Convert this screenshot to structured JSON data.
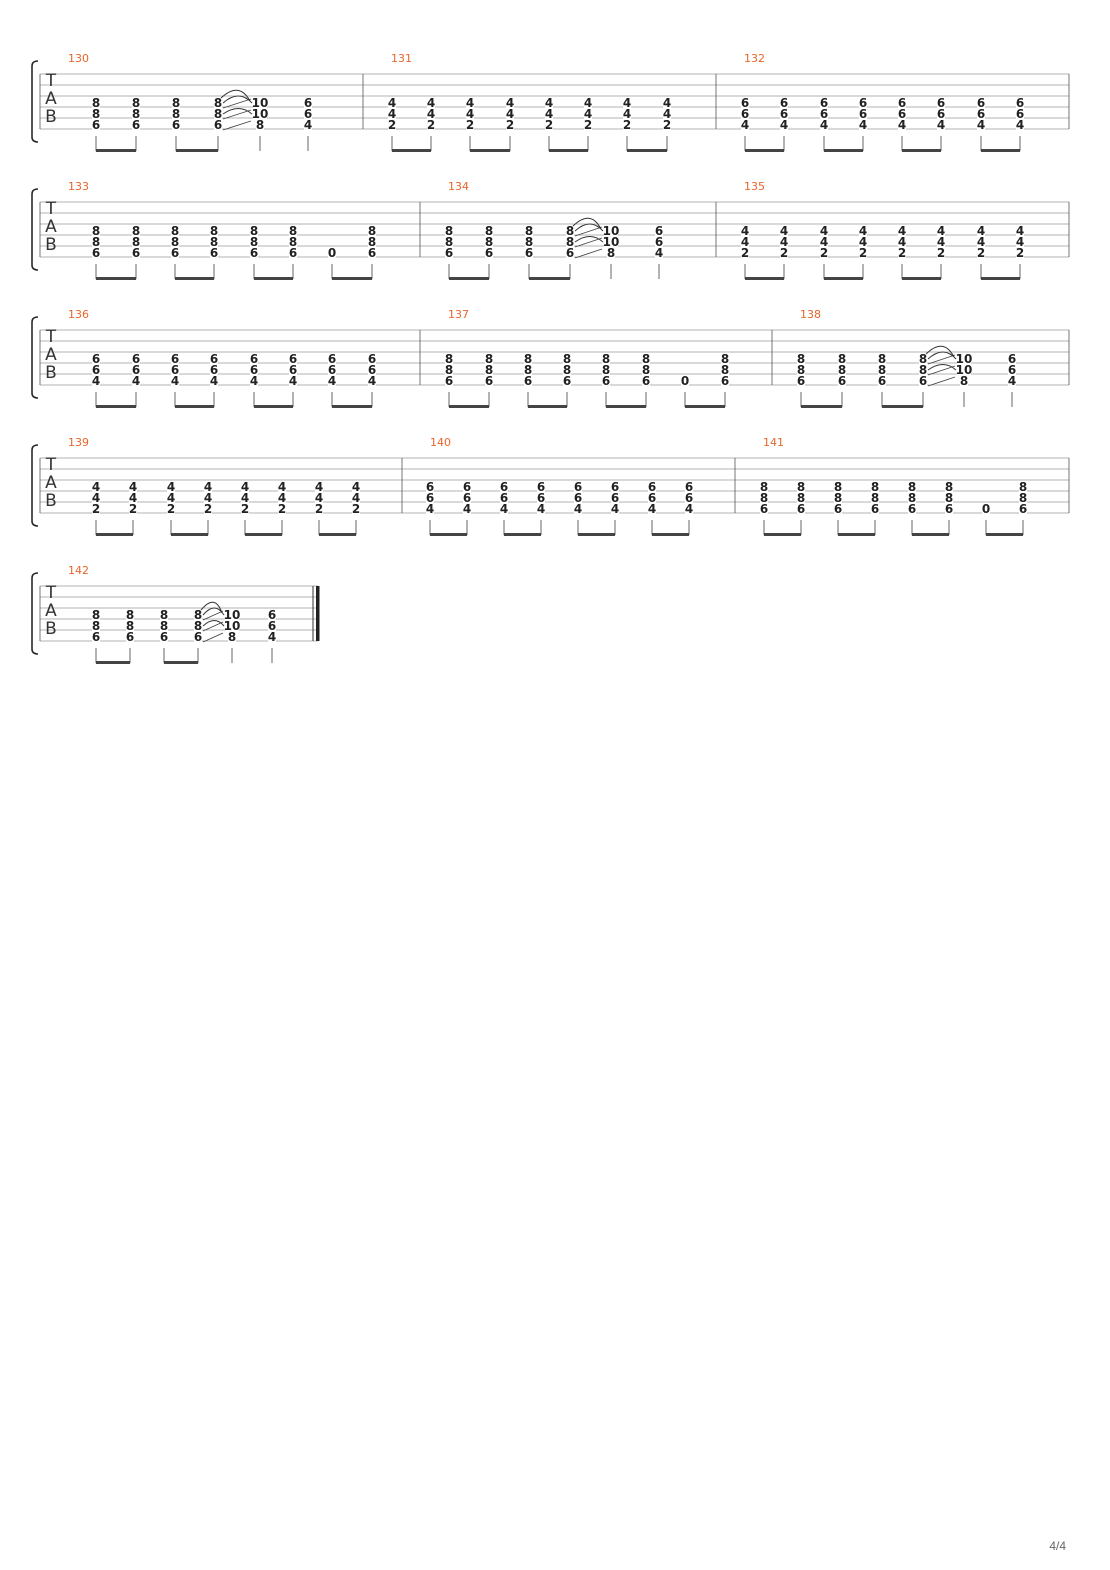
{
  "colors": {
    "measure_number": "#e8662a",
    "ink": "#222222",
    "line": "#8a8a8a",
    "bracket": "#2a2a2a"
  },
  "page": {
    "number": "4/4"
  },
  "clef_letters": [
    "T",
    "A",
    "B"
  ],
  "systems": [
    {
      "measures": [
        {
          "number": "130",
          "kind": "A"
        },
        {
          "number": "131",
          "kind": "B4"
        },
        {
          "number": "132",
          "kind": "C6"
        }
      ]
    },
    {
      "measures": [
        {
          "number": "133",
          "kind": "D"
        },
        {
          "number": "134",
          "kind": "A"
        },
        {
          "number": "135",
          "kind": "B4"
        }
      ]
    },
    {
      "measures": [
        {
          "number": "136",
          "kind": "C6"
        },
        {
          "number": "137",
          "kind": "D"
        },
        {
          "number": "138",
          "kind": "A"
        }
      ]
    },
    {
      "measures": [
        {
          "number": "139",
          "kind": "B4"
        },
        {
          "number": "140",
          "kind": "C6"
        },
        {
          "number": "141",
          "kind": "D"
        }
      ]
    },
    {
      "measures": [
        {
          "number": "142",
          "kind": "A",
          "final": true
        }
      ]
    }
  ],
  "patterns": {
    "A": {
      "chords": [
        [
          "8",
          "8",
          "6"
        ],
        [
          "8",
          "8",
          "6"
        ],
        [
          "8",
          "8",
          "6"
        ],
        [
          "8",
          "8",
          "6"
        ],
        [
          "10",
          "10",
          "8"
        ],
        [
          "6",
          "6",
          "4"
        ]
      ],
      "beams": [
        [
          0,
          1
        ],
        [
          2,
          3
        ]
      ],
      "stems": [
        4,
        5
      ],
      "slide": [
        3,
        4
      ]
    },
    "B4": {
      "chords": [
        [
          "4",
          "4",
          "2"
        ],
        [
          "4",
          "4",
          "2"
        ],
        [
          "4",
          "4",
          "2"
        ],
        [
          "4",
          "4",
          "2"
        ],
        [
          "4",
          "4",
          "2"
        ],
        [
          "4",
          "4",
          "2"
        ],
        [
          "4",
          "4",
          "2"
        ],
        [
          "4",
          "4",
          "2"
        ]
      ],
      "beams": [
        [
          0,
          1
        ],
        [
          2,
          3
        ],
        [
          4,
          5
        ],
        [
          6,
          7
        ]
      ],
      "stems": []
    },
    "C6": {
      "chords": [
        [
          "6",
          "6",
          "4"
        ],
        [
          "6",
          "6",
          "4"
        ],
        [
          "6",
          "6",
          "4"
        ],
        [
          "6",
          "6",
          "4"
        ],
        [
          "6",
          "6",
          "4"
        ],
        [
          "6",
          "6",
          "4"
        ],
        [
          "6",
          "6",
          "4"
        ],
        [
          "6",
          "6",
          "4"
        ]
      ],
      "beams": [
        [
          0,
          1
        ],
        [
          2,
          3
        ],
        [
          4,
          5
        ],
        [
          6,
          7
        ]
      ],
      "stems": []
    },
    "D": {
      "chords": [
        [
          "8",
          "8",
          "6"
        ],
        [
          "8",
          "8",
          "6"
        ],
        [
          "8",
          "8",
          "6"
        ],
        [
          "8",
          "8",
          "6"
        ],
        [
          "8",
          "8",
          "6"
        ],
        [
          "8",
          "8",
          "6"
        ],
        [
          "",
          "",
          "0"
        ],
        [
          "8",
          "8",
          "6"
        ]
      ],
      "beams": [
        [
          0,
          1
        ],
        [
          2,
          3
        ],
        [
          4,
          5
        ],
        [
          6,
          7
        ]
      ],
      "stems": []
    }
  }
}
